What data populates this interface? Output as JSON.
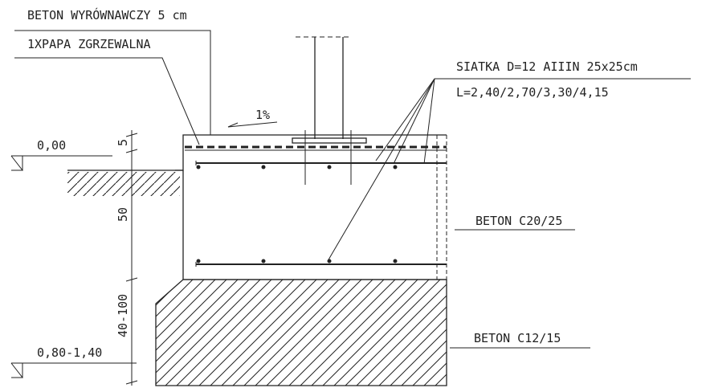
{
  "labels": {
    "beton_wyrownawczy": "BETON WYRÓWNAWCZY 5 cm",
    "papa": "1XPAPA ZGRZEWALNA",
    "slope": "1%",
    "siatka": "SIATKA D=12  AIIIN  25x25cm",
    "siatka_lengths": "L=2,40/2,70/3,30/4,15",
    "beton_c20": "BETON C20/25",
    "beton_c12": "BETON C12/15",
    "level_top": "0,00",
    "level_bottom": "0,80-1,40"
  },
  "dimensions": {
    "d5": "5",
    "d50": "50",
    "d40_100": "40-100"
  },
  "colors": {
    "ink": "#222222",
    "background": "#ffffff"
  }
}
